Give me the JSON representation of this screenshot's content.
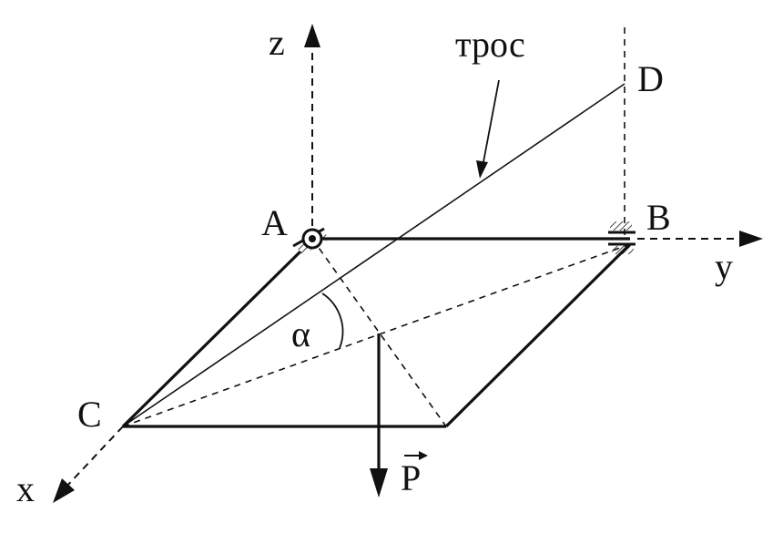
{
  "labels": {
    "axis_z": "z",
    "axis_y": "y",
    "axis_x": "x",
    "cable": "трос",
    "point_A": "A",
    "point_B": "B",
    "point_C": "C",
    "point_D": "D",
    "angle": "α",
    "force": "P"
  },
  "colors": {
    "ink": "#111111",
    "background": "#ffffff"
  }
}
